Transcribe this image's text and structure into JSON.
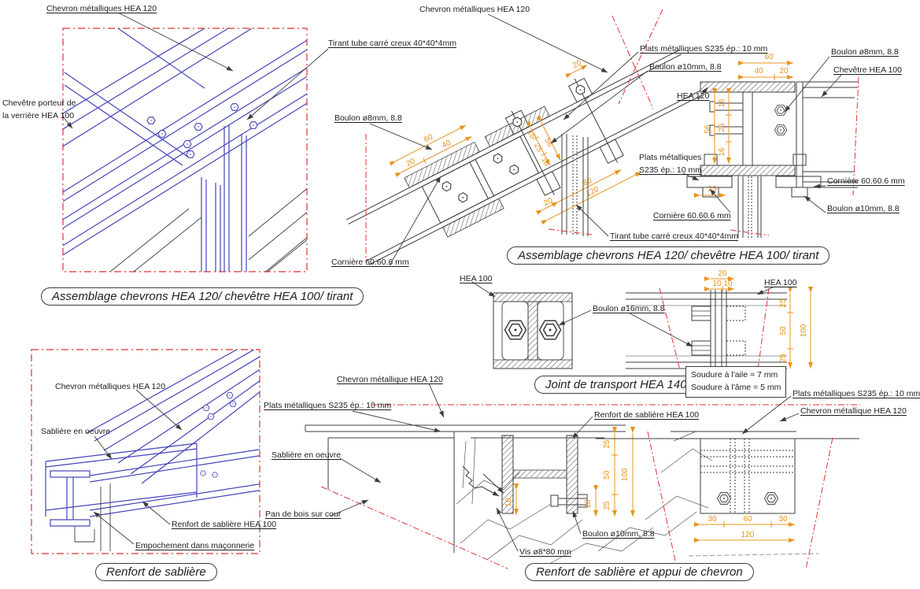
{
  "colors": {
    "line": "#3c3c3c",
    "blue": "#4444bb",
    "red": "#e03232",
    "dim": "#e8941e",
    "background": "#ffffff"
  },
  "iso_assemblage": {
    "caption": "Assemblage chevrons HEA 120/ chevêtre HEA 100/ tirant",
    "labels": {
      "chevron": "Chevron métalliques HEA 120",
      "chevetre_line1": "Chevêtre porteur de",
      "chevetre_line2": "la verrière HEA 100",
      "tirant": "Tirant tube carré creux 40*40*4mm"
    }
  },
  "coupe_assemblage": {
    "caption": "Assemblage chevrons HEA 120/ chevêtre HEA 100/ tirant",
    "labels": {
      "chevron": "Chevron métalliques HEA 120",
      "boulon8": "Boulon ø8mm, 8.8",
      "corniere": "Cornière 60.60.6 mm",
      "plats": "Plats métalliques S235 ép.: 10 mm",
      "boulon10": "Boulon ø10mm, 8.8",
      "tirant": "Tirant tube carré creux 40*40*4mm"
    },
    "dims": [
      "60",
      "20",
      "40",
      "56",
      "15",
      "25",
      "16",
      "20",
      "80",
      "120",
      "20"
    ]
  },
  "coupe_chevetre": {
    "labels": {
      "boulon8": "Boulon ø8mm, 8.8",
      "chevetre": "Chevêtre HEA 100",
      "hea120": "HEA 120",
      "plats_line1": "Plats métalliques",
      "plats_line2": "S235 ép.: 10 mm",
      "corniere_right": "Cornière 60.60.6 mm",
      "boulon10": "Boulon ø10mm, 8.8",
      "corniere_left": "Cornière 60.60.6 mm"
    },
    "dims": [
      "60",
      "40",
      "20",
      "56",
      "16",
      "25",
      "16",
      "25"
    ]
  },
  "joint_transport": {
    "caption": "Joint de transport HEA 140",
    "labels": {
      "hea100_left": "HEA 100",
      "boulon16": "Boulon ø16mm, 8.8",
      "hea100_right": "HEA 100"
    },
    "dims": [
      "20",
      "10 10",
      "25",
      "50",
      "25",
      "100"
    ],
    "soudure_line1": "Soudure à l'aile = 7 mm",
    "soudure_line2": "Soudure à l'âme  = 5 mm"
  },
  "renfort_sabliere": {
    "caption": "Renfort de sablière",
    "labels": {
      "chevron": "Chevron métalliques HEA 120",
      "sabliere": "Sablière en oeuvre",
      "renfort": "Renfort de sablière HEA 100",
      "empochement": "Empochement dans maçonnerie"
    }
  },
  "renfort_appui": {
    "caption": "Renfort de sablière et appui de chevron",
    "labels": {
      "chevron": "Chevron métallique HEA 120",
      "plats": "Plats métalliques S235 ép.: 10 mm",
      "sabliere": "Sablière en oeuvre",
      "pan": "Pan de bois sur cour",
      "vis": "Vis ø8*80 mm",
      "boulon10": "Boulon ø10mm, 8.8",
      "renfort": "Renfort de sablière HEA 100"
    },
    "dims": [
      "18",
      "18",
      "25",
      "50",
      "25",
      "100"
    ]
  },
  "appui_plan": {
    "labels": {
      "plats": "Plats métalliques S235 ép.: 10 mm",
      "chevron": "Chevron métallique HEA 120"
    },
    "dims": [
      "30",
      "60",
      "30",
      "120"
    ]
  }
}
